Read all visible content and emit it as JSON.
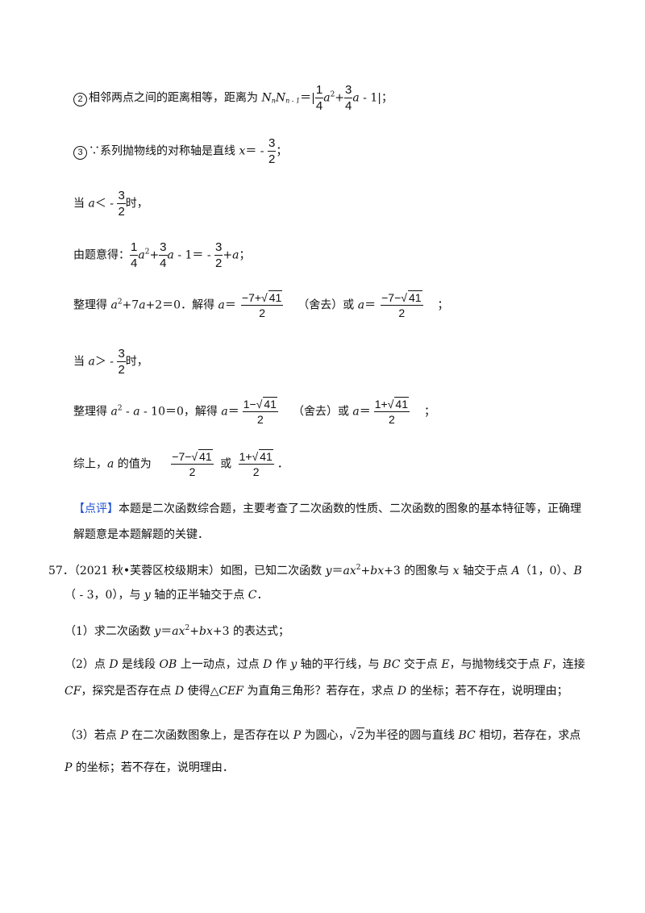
{
  "items": {
    "l2": {
      "circle": "2",
      "text1": "相邻两点之间的距离相等，距离为 ",
      "N1": "N",
      "n1": "n",
      "N2": "N",
      "n2": "n - 1",
      "eq": "＝|",
      "f1n": "1",
      "f1d": "4",
      "a1": "a",
      "s1": "2",
      "plus": "+",
      "f2n": "3",
      "f2d": "4",
      "a2": "a",
      "tail": " - 1|；"
    },
    "l3": {
      "circle": "3",
      "text1": "∵系列抛物线的对称轴是直线 ",
      "x": "x",
      "eq": "＝ - ",
      "fn": "3",
      "fd": "2",
      "tail": "；"
    },
    "l4": {
      "text1": "当 ",
      "a": "a",
      "cmp": "＜ - ",
      "fn": "3",
      "fd": "2",
      "tail": "时，"
    },
    "l5": {
      "text1": "由题意得：",
      "f1n": "1",
      "f1d": "4",
      "a1": "a",
      "s1": "2",
      "plus": "+",
      "f2n": "3",
      "f2d": "4",
      "a2": "a",
      "mid": " - 1＝ - ",
      "f3n": "3",
      "f3d": "2",
      "tail1": "+",
      "a3": "a",
      "tail2": "；"
    },
    "l6": {
      "text1": "整理得 ",
      "a1": "a",
      "s1": "2",
      "mid1": "+7",
      "a2": "a",
      "mid2": "+2＝0．解得 ",
      "a3": "a",
      "eq": "＝",
      "f1n": "−7+",
      "f1r": "41",
      "f1d": "2",
      "sq": "（舍去）或 ",
      "a4": "a",
      "eq2": "＝",
      "f2n": "−7−",
      "f2r": "41",
      "f2d": "2",
      "tail": "；"
    },
    "l7": {
      "text1": "当 ",
      "a": "a",
      "cmp": "＞ - ",
      "fn": "3",
      "fd": "2",
      "tail": "时，"
    },
    "l8": {
      "text1": "整理得 ",
      "a1": "a",
      "s1": "2",
      "mid1": " - ",
      "a2": "a",
      "mid2": " - 10＝0，解得 ",
      "a3": "a",
      "eq": "＝",
      "f1n": "1−",
      "f1r": "41",
      "f1d": "2",
      "sq": "（舍去）或 ",
      "a4": "a",
      "eq2": "＝",
      "f2n": "1+",
      "f2r": "41",
      "f2d": "2",
      "tail": "；"
    },
    "l9": {
      "text1": "综上，",
      "a": "a",
      "mid": " 的值为 ",
      "f1n": "−7−",
      "f1r": "41",
      "f1d": "2",
      "or": " 或 ",
      "f2n": "1+",
      "f2r": "41",
      "f2d": "2",
      "tail": "．"
    },
    "comment": {
      "tag": "【点评】",
      "line1": "本题是二次函数综合题，主要考查了二次函数的性质、二次函数的图象的基本特征等，正确理",
      "line2": "解题意是本题解题的关键．"
    },
    "q57": {
      "num": "57．",
      "l1a": "（2021 秋•芙蓉区校级期末）如图，已知二次函数 ",
      "y": "y",
      "eq": "＝",
      "ax": "ax",
      "s": "2",
      "bx": "+",
      "b": "bx",
      "c3": "+3 的图象与 ",
      "x": "x",
      "l1b": " 轴交于点 ",
      "A": "A",
      "l1c": "（1，0）、",
      "B": "B",
      "l2a": "（ - 3，0），与 ",
      "y2": "y",
      "l2b": " 轴的正半轴交于点 ",
      "C": "C",
      "l2c": "．",
      "p1a": "（1）求二次函数 ",
      "p1y": "y",
      "p1eq": "＝",
      "p1ax": "ax",
      "p1s": "2",
      "p1plus": "+",
      "p1bx": "bx",
      "p1tail": "+3 的表达式；",
      "p2a": "（2）点 ",
      "D": "D",
      "p2b": " 是线段 ",
      "OB": "OB",
      "p2c": " 上一动点，过点 ",
      "D2": "D",
      "p2d": " 作 ",
      "y3": "y",
      "p2e": " 轴的平行线，与 ",
      "BC": "BC",
      "p2f": " 交于点 ",
      "E": "E",
      "p2g": "，与抛物线交于点 ",
      "F": "F",
      "p2h": "，连接",
      "p2_2a": "CF",
      "p2_2b": "，探究是否存在点 ",
      "D3": "D",
      "p2_2c": " 使得△",
      "CEF": "CEF",
      "p2_2d": " 为直角三角形？若存在，求点 ",
      "D4": "D",
      "p2_2e": " 的坐标；若不存在，说明理由；",
      "p3a": "（3）若点 ",
      "P": "P",
      "p3b": " 在二次函数图象上，是否存在以 ",
      "P2": "P",
      "p3c": " 为圆心，",
      "r": "2",
      "p3d": "为半径的圆与直线 ",
      "BC2": "BC",
      "p3e": " 相切，若存在，求点",
      "p3_2a": "P",
      "p3_2b": " 的坐标；若不存在，说明理由．"
    }
  }
}
